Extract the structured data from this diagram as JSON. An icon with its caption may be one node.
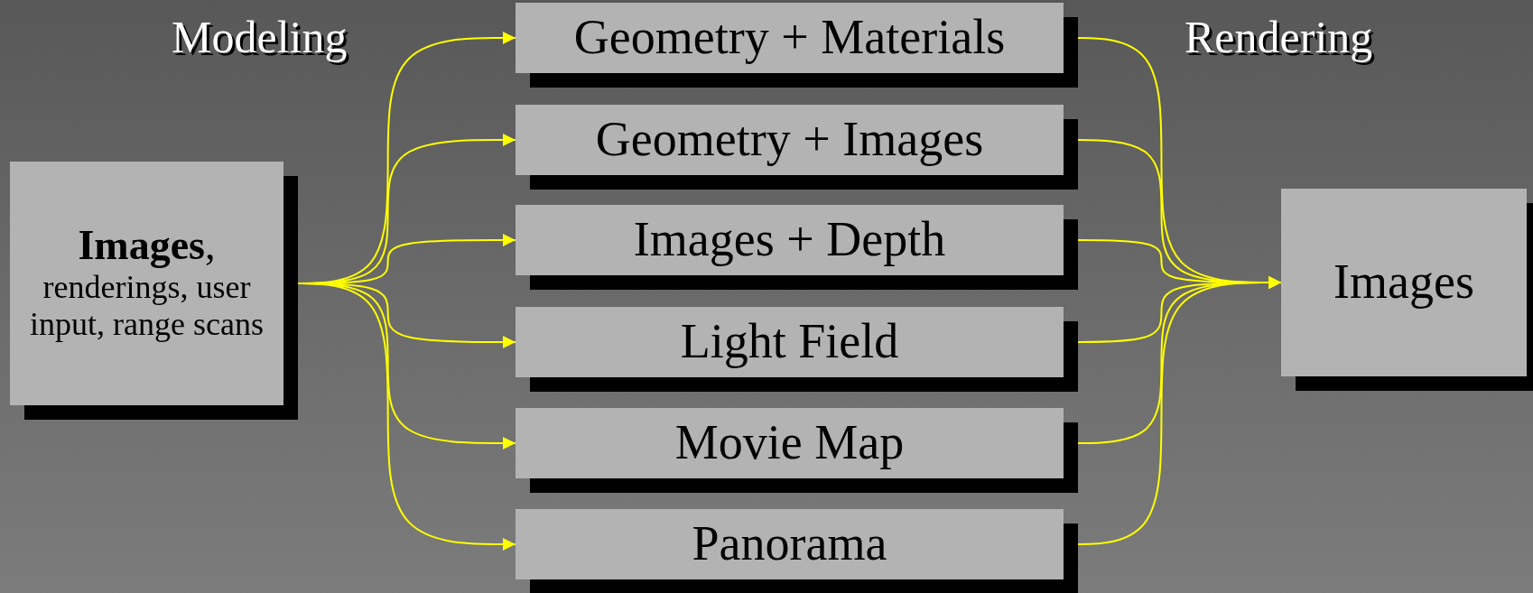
{
  "diagram": {
    "nodes": [
      {
        "text": [
          "**Images**,",
          "renderings, user input, range scans"
        ]
      },
      {
        "text": [
          "Geometry + Materials"
        ]
      },
      {
        "text": [
          "Geometry + Images"
        ]
      },
      {
        "text": [
          "Images + Depth"
        ]
      },
      {
        "text": [
          "Light Field"
        ]
      },
      {
        "text": [
          "Movie Map"
        ]
      },
      {
        "text": [
          "Panorama"
        ]
      },
      {
        "text": [
          "Images"
        ]
      }
    ],
    "edges": [
      {
        "from": 0,
        "to": 1,
        "arrow": "to"
      },
      {
        "from": 0,
        "to": 2,
        "arrow": "to"
      },
      {
        "from": 0,
        "to": 3,
        "arrow": "to"
      },
      {
        "from": 0,
        "to": 4,
        "arrow": "to"
      },
      {
        "from": 0,
        "to": 5,
        "arrow": "to"
      },
      {
        "from": 0,
        "to": 6,
        "arrow": "to"
      },
      {
        "from": 1,
        "to": 7,
        "arrow": "to"
      },
      {
        "from": 2,
        "to": 7,
        "arrow": "to"
      },
      {
        "from": 3,
        "to": 7,
        "arrow": "to"
      },
      {
        "from": 4,
        "to": 7,
        "arrow": "to"
      },
      {
        "from": 5,
        "to": 7,
        "arrow": "to"
      },
      {
        "from": 6,
        "to": 7,
        "arrow": "to"
      }
    ],
    "labels": [
      "Modeling",
      "Rendering"
    ]
  }
}
